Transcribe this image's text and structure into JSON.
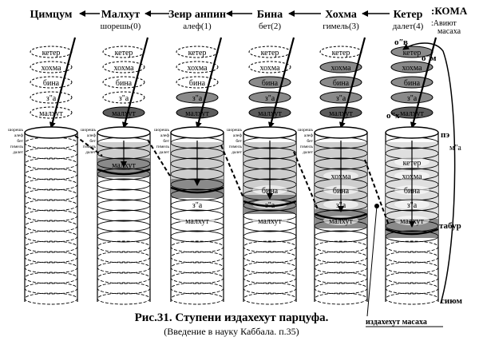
{
  "header": {
    "tsimtsum": "Цимцум",
    "koma": ":КОМА",
    "aviut_l1": ":Авиют",
    "aviut_l2": "масаха"
  },
  "stages": [
    {
      "name": "Малхут",
      "level": "шорешь(0)"
    },
    {
      "name": "Зеир анпин",
      "level": "алеф(1)"
    },
    {
      "name": "Бина",
      "level": "бет(2)"
    },
    {
      "name": "Хохма",
      "level": "гимель(3)"
    },
    {
      "name": "Кетер",
      "level": "далет(4)"
    }
  ],
  "sfirot": [
    "кетер",
    "хохма",
    "бина",
    "з\"а",
    "малхут"
  ],
  "small_levels": [
    "шорешь",
    "алеф",
    "бет",
    "гимель",
    "далет"
  ],
  "labels": {
    "oom": "оʺм",
    "oov": "оʺв",
    "oox": "оʺх",
    "pe": "пэ",
    "tabur": "табур",
    "siyum": "сиюм",
    "ma": "м\"а",
    "izdakhekhut": "издахехут масаха"
  },
  "caption": {
    "title": "Рис.31. Ступени издахехут парцуфа.",
    "source": "(Введение в науку Каббала. п.35)"
  },
  "colors": {
    "dark": "#5c5c5c",
    "mid": "#8a8a8a",
    "light": "#c8c8c8",
    "lighter": "#dcdcdc"
  }
}
